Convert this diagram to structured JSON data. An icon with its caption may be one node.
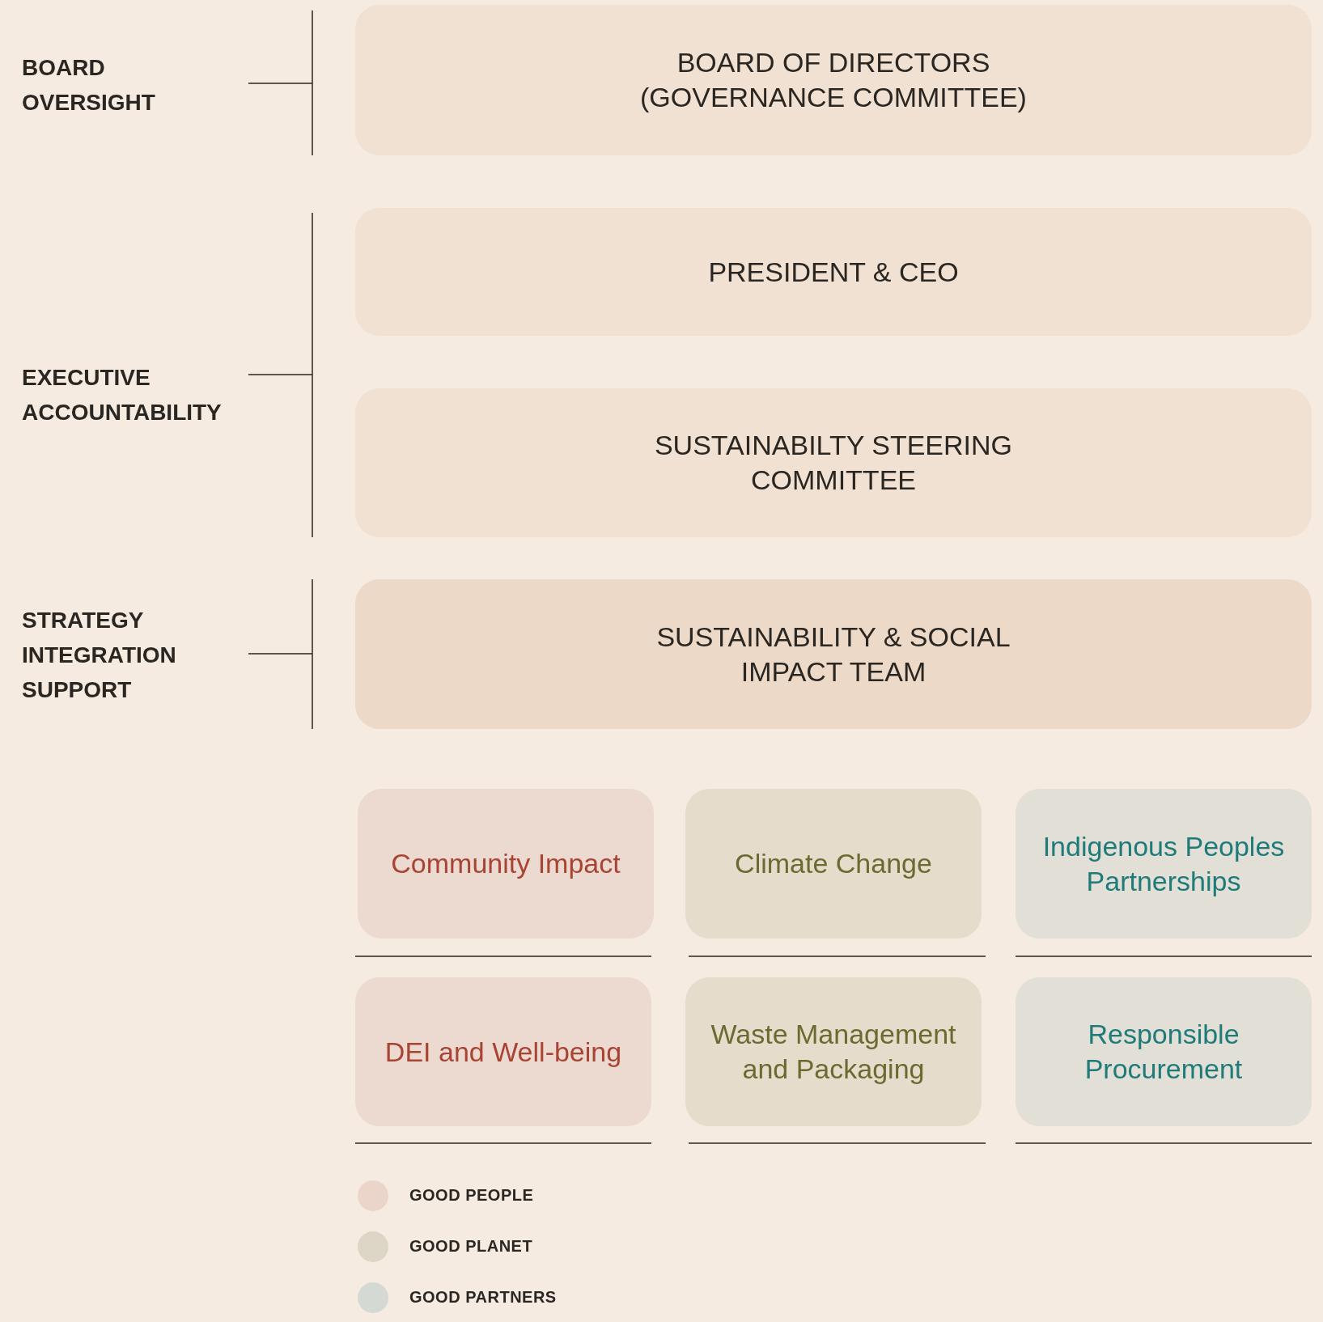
{
  "diagram": {
    "nodes": [
      {
        "text": [
          "BOARD OF DIRECTORS (GOVERNANCE COMMITTEE)"
        ]
      },
      {
        "text": [
          "PRESIDENT & CEO"
        ]
      },
      {
        "text": [
          "SUSTAINABILTY STEERING COMMITTEE"
        ]
      },
      {
        "text": [
          "SUSTAINABILITY & SOCIAL IMPACT TEAM"
        ]
      },
      {
        "text": [
          "Community Impact"
        ]
      },
      {
        "text": [
          "Climate Change"
        ]
      },
      {
        "text": [
          "Indigenous Peoples Partnerships"
        ]
      },
      {
        "text": [
          "DEI and Well-being"
        ]
      },
      {
        "text": [
          "Waste Management and Packaging"
        ]
      },
      {
        "text": [
          "Responsible Procurement"
        ]
      }
    ],
    "labels": [
      "BOARD OVERSIGHT",
      "EXECUTIVE ACCOUNTABILITY",
      "STRATEGY INTEGRATION SUPPORT"
    ],
    "legend": [
      {
        "text": "GOOD PEOPLE",
        "color": "#ebd5cb"
      },
      {
        "text": "GOOD PLANET",
        "color": "#ddd6c6"
      },
      {
        "text": "GOOD PARTNERS",
        "color": "#d5d9d3"
      }
    ]
  }
}
